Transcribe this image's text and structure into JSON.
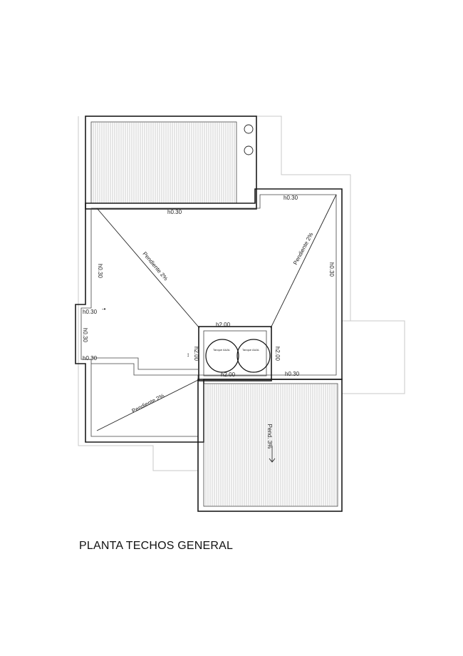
{
  "title": "PLANTA TECHOS GENERAL",
  "labels": {
    "h030_top_left": "h0.30",
    "h030_top_right": "h0.30",
    "h030_left_vertical": "h0.30",
    "h030_right_vertical": "h0.30",
    "h030_notch_top": "h0.30",
    "h030_notch_side": "h0.30",
    "h030_notch_bottom": "h0.30",
    "h030_bottom_right": "h0.30",
    "h200_top": "h2.00",
    "h200_left": "h2.00",
    "h200_right": "h2.00",
    "h200_bottom": "h2.00",
    "slope_upper_left": "Pendiente 2%",
    "slope_upper_right": "Pendiente 2%",
    "slope_lower_left": "Pendiente 2%",
    "slope_lower_right": "Pend. 3%",
    "tank_1": "Tanque AAAL",
    "tank_2": "Tanque AAAL"
  }
}
